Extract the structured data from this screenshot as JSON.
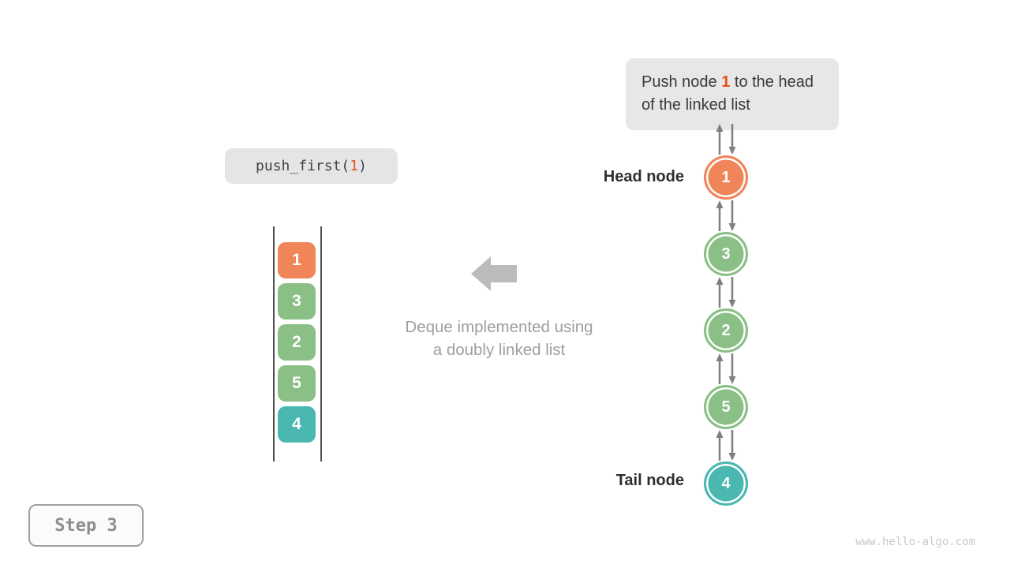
{
  "colors": {
    "orange": "#F0855A",
    "green": "#8ABF85",
    "teal": "#4AB8B1",
    "highlight": "#E94F1D",
    "big_arrow": "#BBBBBB"
  },
  "instruction": {
    "prefix": "Push node ",
    "highlight": "1",
    "suffix": " to the head of the linked list"
  },
  "code": {
    "prefix": "push_first(",
    "highlight": "1",
    "suffix": ")"
  },
  "stack": {
    "items": [
      {
        "value": "1",
        "color": "#F0855A"
      },
      {
        "value": "3",
        "color": "#8ABF85"
      },
      {
        "value": "2",
        "color": "#8ABF85"
      },
      {
        "value": "5",
        "color": "#8ABF85"
      },
      {
        "value": "4",
        "color": "#4AB8B1"
      }
    ]
  },
  "caption": {
    "line1": "Deque implemented using",
    "line2": "a doubly linked list"
  },
  "linked_list": {
    "head_label": "Head node",
    "tail_label": "Tail node",
    "nodes": [
      {
        "value": "1",
        "color": "#F0855A"
      },
      {
        "value": "3",
        "color": "#8ABF85"
      },
      {
        "value": "2",
        "color": "#8ABF85"
      },
      {
        "value": "5",
        "color": "#8ABF85"
      },
      {
        "value": "4",
        "color": "#4AB8B1"
      }
    ]
  },
  "step": {
    "label": "Step 3"
  },
  "watermark": {
    "text": "www.hello-algo.com"
  }
}
